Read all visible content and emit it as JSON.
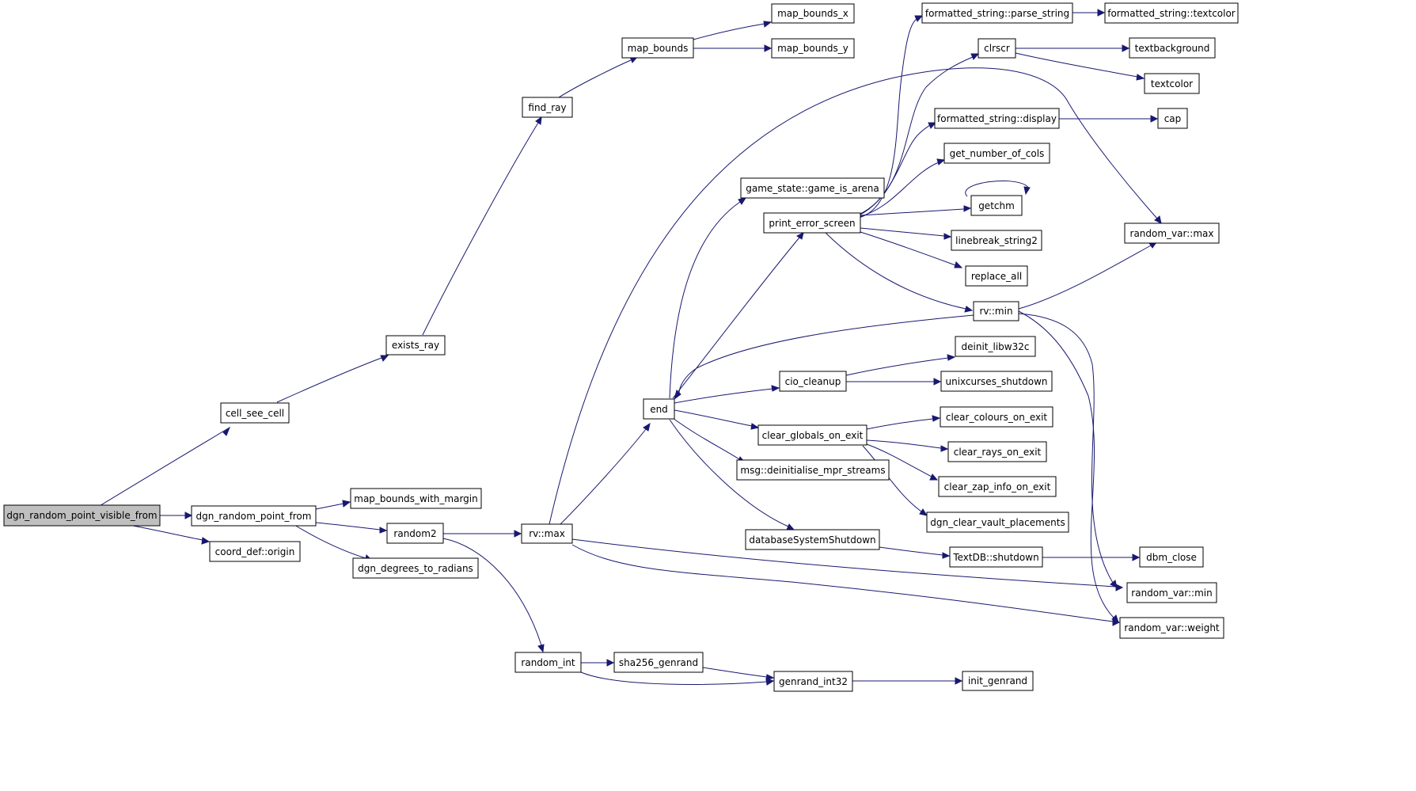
{
  "graph": {
    "colors": {
      "edge": "#191970",
      "root_fill": "#bfbfbf",
      "node_fill": "#ffffff",
      "node_border": "#000000"
    },
    "nodes": {
      "dgn_random_point_visible_from": "dgn_random_point_visible_from",
      "cell_see_cell": "cell_see_cell",
      "dgn_random_point_from": "dgn_random_point_from",
      "coord_def_origin": "coord_def::origin",
      "exists_ray": "exists_ray",
      "find_ray": "find_ray",
      "map_bounds": "map_bounds",
      "map_bounds_x": "map_bounds_x",
      "map_bounds_y": "map_bounds_y",
      "map_bounds_with_margin": "map_bounds_with_margin",
      "random2": "random2",
      "dgn_degrees_to_radians": "dgn_degrees_to_radians",
      "rv_max": "rv::max",
      "random_int": "random_int",
      "end": "end",
      "sha256_genrand": "sha256_genrand",
      "genrand_int32": "genrand_int32",
      "init_genrand": "init_genrand",
      "game_is_arena": "game_state::game_is_arena",
      "print_error_screen": "print_error_screen",
      "cio_cleanup": "cio_cleanup",
      "clear_globals_on_exit": "clear_globals_on_exit",
      "deinitialise_mpr_streams": "msg::deinitialise_mpr_streams",
      "databaseSystemShutdown": "databaseSystemShutdown",
      "parse_string": "formatted_string::parse_string",
      "fs_textcolor": "formatted_string::textcolor",
      "clrscr": "clrscr",
      "textbackground": "textbackground",
      "textcolor": "textcolor",
      "fs_display": "formatted_string::display",
      "cap": "cap",
      "get_number_of_cols": "get_number_of_cols",
      "getchm": "getchm",
      "linebreak_string2": "linebreak_string2",
      "replace_all": "replace_all",
      "rv_min": "rv::min",
      "deinit_libw32c": "deinit_libw32c",
      "unixcurses_shutdown": "unixcurses_shutdown",
      "clear_colours_on_exit": "clear_colours_on_exit",
      "clear_rays_on_exit": "clear_rays_on_exit",
      "clear_zap_info_on_exit": "clear_zap_info_on_exit",
      "dgn_clear_vault_placements": "dgn_clear_vault_placements",
      "textdb_shutdown": "TextDB::shutdown",
      "dbm_close": "dbm_close",
      "random_var_max": "random_var::max",
      "random_var_min": "random_var::min",
      "random_var_weight": "random_var::weight"
    }
  }
}
